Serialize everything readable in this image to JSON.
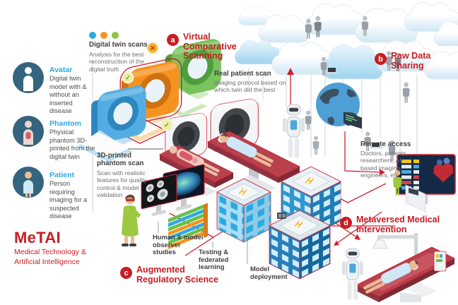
{
  "colors": {
    "accent_red": "#c81d23",
    "entity_blue": "#2aa9e0",
    "dot_blue": "#2aa9e0",
    "dot_orange": "#f7941d",
    "dot_green": "#8dc63f",
    "bed_red": "#b8414d",
    "building_blue": "#2ea9e0"
  },
  "icons": {
    "check": "✓",
    "cross": "✕"
  },
  "sidebar": {
    "entities": [
      {
        "label": "Avatar",
        "desc": "Digital twin model with & without an inserted disease"
      },
      {
        "label": "Phantom",
        "desc": "Physical phantom 3D-printed from the digital twin"
      },
      {
        "label": "Patient",
        "desc": "Person requiring imaging for a suspected disease"
      }
    ],
    "brand_title": "MeTAI",
    "brand_sub": "Medical Technology & Artificial Intelligence"
  },
  "steps": {
    "a": {
      "id": "a",
      "label": "Virtual Comparative Scanning"
    },
    "b": {
      "id": "b",
      "label": "Raw Data Sharing"
    },
    "c": {
      "id": "c",
      "label": "Augmented Regulatory Science"
    },
    "d": {
      "id": "d",
      "label": "Metaversed Medical Intervention"
    }
  },
  "ann": {
    "digital_twin_title": "Digital twin scans",
    "digital_twin_desc": "Analysis for the best reconstruction of the digital truth",
    "real_patient_title": "Real patient scan",
    "real_patient_desc": "Imaging protocol based on which twin did the best",
    "printed_phantom_title": "3D-printed phantom scan",
    "printed_phantom_desc": "Scan with realistic features for quality control & model validation",
    "observer": "Human & model observer studies",
    "federated": "Testing & federated learning",
    "deployment": "Model deployment",
    "remote_title": "Remote access",
    "remote_desc": "Doctors, patients, researchers, AI-based imaging, engineers, etc.",
    "helipad": "H"
  }
}
